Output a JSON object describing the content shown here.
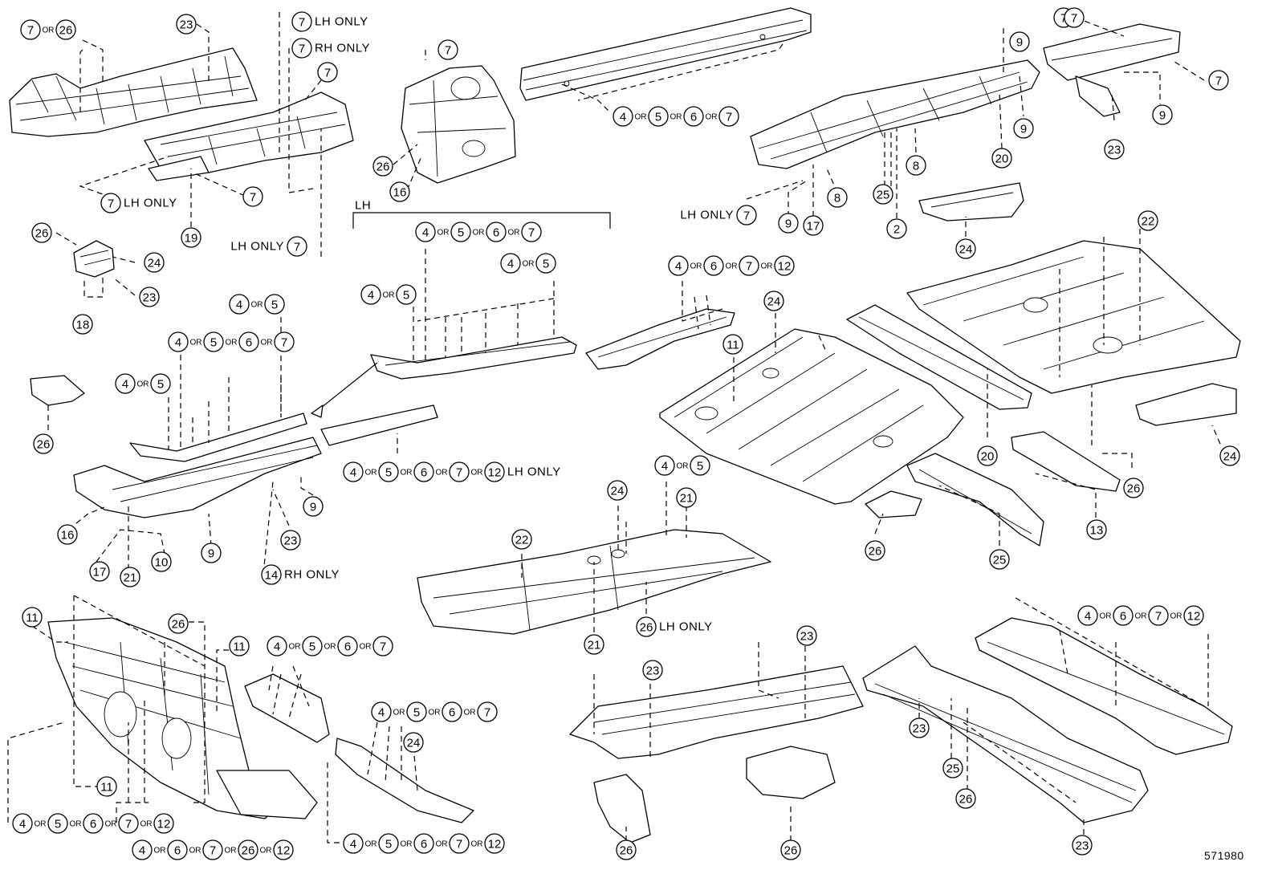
{
  "diagram": {
    "ref_number": "571980",
    "section_label": "LH",
    "labels": {
      "lh_only": "LH ONLY",
      "rh_only": "RH ONLY",
      "or": "OR"
    },
    "callouts": [
      {
        "group": "g1",
        "parts": [
          "7",
          "26"
        ]
      },
      {
        "group": "g2",
        "parts": [
          "23"
        ]
      },
      {
        "group": "g3",
        "parts": [
          "7"
        ],
        "suffix": "LH ONLY"
      },
      {
        "group": "g4",
        "parts": [
          "7"
        ],
        "suffix": "RH ONLY"
      },
      {
        "group": "g5",
        "parts": [
          "7"
        ]
      },
      {
        "group": "g6",
        "parts": [
          "7"
        ]
      },
      {
        "group": "g7",
        "parts": [
          "4",
          "5",
          "6",
          "7"
        ]
      },
      {
        "group": "g8",
        "parts": [
          "7"
        ]
      },
      {
        "group": "g9",
        "parts": [
          "9"
        ]
      },
      {
        "group": "g10",
        "parts": [
          "7"
        ]
      },
      {
        "group": "g11",
        "parts": [
          "7"
        ]
      },
      {
        "group": "g12",
        "parts": [
          "9"
        ]
      },
      {
        "group": "g13",
        "parts": [
          "9"
        ]
      },
      {
        "group": "g14",
        "parts": [
          "23"
        ]
      },
      {
        "group": "g15",
        "parts": [
          "20"
        ]
      },
      {
        "group": "g16",
        "parts": [
          "8"
        ]
      },
      {
        "group": "g17",
        "parts": [
          "8"
        ]
      },
      {
        "group": "g18",
        "parts": [
          "25"
        ]
      },
      {
        "group": "g19",
        "parts": [
          "2"
        ]
      },
      {
        "group": "g20",
        "parts": [
          "17"
        ]
      },
      {
        "group": "g21",
        "parts": [
          "9"
        ]
      },
      {
        "group": "g22",
        "parts": [
          "7"
        ],
        "prefix": "LH ONLY"
      },
      {
        "group": "g23",
        "parts": [
          "24"
        ]
      },
      {
        "group": "g24",
        "parts": [
          "26"
        ]
      },
      {
        "group": "g25",
        "parts": [
          "16"
        ]
      },
      {
        "group": "g26",
        "parts": [
          "7"
        ],
        "suffix": "LH ONLY"
      },
      {
        "group": "g27",
        "parts": [
          "7"
        ]
      },
      {
        "group": "g28",
        "parts": [
          "19"
        ]
      },
      {
        "group": "g29",
        "parts": [
          "7"
        ],
        "prefix": "LH ONLY"
      },
      {
        "group": "g30",
        "parts": [
          "26"
        ]
      },
      {
        "group": "g31",
        "parts": [
          "24"
        ]
      },
      {
        "group": "g32",
        "parts": [
          "23"
        ]
      },
      {
        "group": "g33",
        "parts": [
          "18"
        ]
      },
      {
        "group": "g34",
        "parts": [
          "4",
          "5",
          "6",
          "7"
        ]
      },
      {
        "group": "g35",
        "parts": [
          "4",
          "5"
        ]
      },
      {
        "group": "g36",
        "parts": [
          "4",
          "5"
        ]
      },
      {
        "group": "g37",
        "parts": [
          "4",
          "6",
          "7",
          "12"
        ]
      },
      {
        "group": "g38",
        "parts": [
          "22"
        ]
      },
      {
        "group": "g39",
        "parts": [
          "24"
        ]
      },
      {
        "group": "g40",
        "parts": [
          "11"
        ]
      },
      {
        "group": "g41",
        "parts": [
          "4",
          "5"
        ]
      },
      {
        "group": "g42",
        "parts": [
          "4",
          "5",
          "6",
          "7"
        ]
      },
      {
        "group": "g43",
        "parts": [
          "4",
          "5"
        ]
      },
      {
        "group": "g44",
        "parts": [
          "26"
        ]
      },
      {
        "group": "g45",
        "parts": [
          "4",
          "5",
          "6",
          "7",
          "12"
        ],
        "suffix": "LH ONLY"
      },
      {
        "group": "g46",
        "parts": [
          "9"
        ]
      },
      {
        "group": "g47",
        "parts": [
          "16"
        ]
      },
      {
        "group": "g48",
        "parts": [
          "9"
        ]
      },
      {
        "group": "g49",
        "parts": [
          "23"
        ]
      },
      {
        "group": "g50",
        "parts": [
          "17"
        ]
      },
      {
        "group": "g51",
        "parts": [
          "21"
        ]
      },
      {
        "group": "g52",
        "parts": [
          "10"
        ]
      },
      {
        "group": "g53",
        "parts": [
          "14"
        ],
        "suffix": "RH ONLY"
      },
      {
        "group": "g54",
        "parts": [
          "20"
        ]
      },
      {
        "group": "g55",
        "parts": [
          "24"
        ]
      },
      {
        "group": "g56",
        "parts": [
          "26"
        ]
      },
      {
        "group": "g57",
        "parts": [
          "13"
        ]
      },
      {
        "group": "g58",
        "parts": [
          "25"
        ]
      },
      {
        "group": "g59",
        "parts": [
          "26"
        ]
      },
      {
        "group": "g60",
        "parts": [
          "4",
          "5"
        ]
      },
      {
        "group": "g61",
        "parts": [
          "24"
        ]
      },
      {
        "group": "g62",
        "parts": [
          "21"
        ]
      },
      {
        "group": "g63",
        "parts": [
          "22"
        ]
      },
      {
        "group": "g64",
        "parts": [
          "21"
        ]
      },
      {
        "group": "g65",
        "parts": [
          "26"
        ],
        "suffix": "LH ONLY"
      },
      {
        "group": "g66",
        "parts": [
          "11"
        ]
      },
      {
        "group": "g67",
        "parts": [
          "26"
        ]
      },
      {
        "group": "g68",
        "parts": [
          "11"
        ]
      },
      {
        "group": "g69",
        "parts": [
          "4",
          "5",
          "6",
          "7"
        ]
      },
      {
        "group": "g70",
        "parts": [
          "11"
        ]
      },
      {
        "group": "g71",
        "parts": [
          "4",
          "5",
          "6",
          "7"
        ]
      },
      {
        "group": "g72",
        "parts": [
          "24"
        ]
      },
      {
        "group": "g73",
        "parts": [
          "4",
          "5",
          "6",
          "7",
          "12"
        ]
      },
      {
        "group": "g74",
        "parts": [
          "4",
          "6",
          "7",
          "26",
          "12"
        ]
      },
      {
        "group": "g75",
        "parts": [
          "4",
          "5",
          "6",
          "7",
          "12"
        ]
      },
      {
        "group": "g76",
        "parts": [
          "23"
        ]
      },
      {
        "group": "g77",
        "parts": [
          "23"
        ]
      },
      {
        "group": "g78",
        "parts": [
          "26"
        ]
      },
      {
        "group": "g79",
        "parts": [
          "26"
        ]
      },
      {
        "group": "g80",
        "parts": [
          "4",
          "6",
          "7",
          "12"
        ]
      },
      {
        "group": "g81",
        "parts": [
          "23"
        ]
      },
      {
        "group": "g82",
        "parts": [
          "25"
        ]
      },
      {
        "group": "g83",
        "parts": [
          "26"
        ]
      },
      {
        "group": "g84",
        "parts": [
          "23"
        ]
      }
    ]
  }
}
